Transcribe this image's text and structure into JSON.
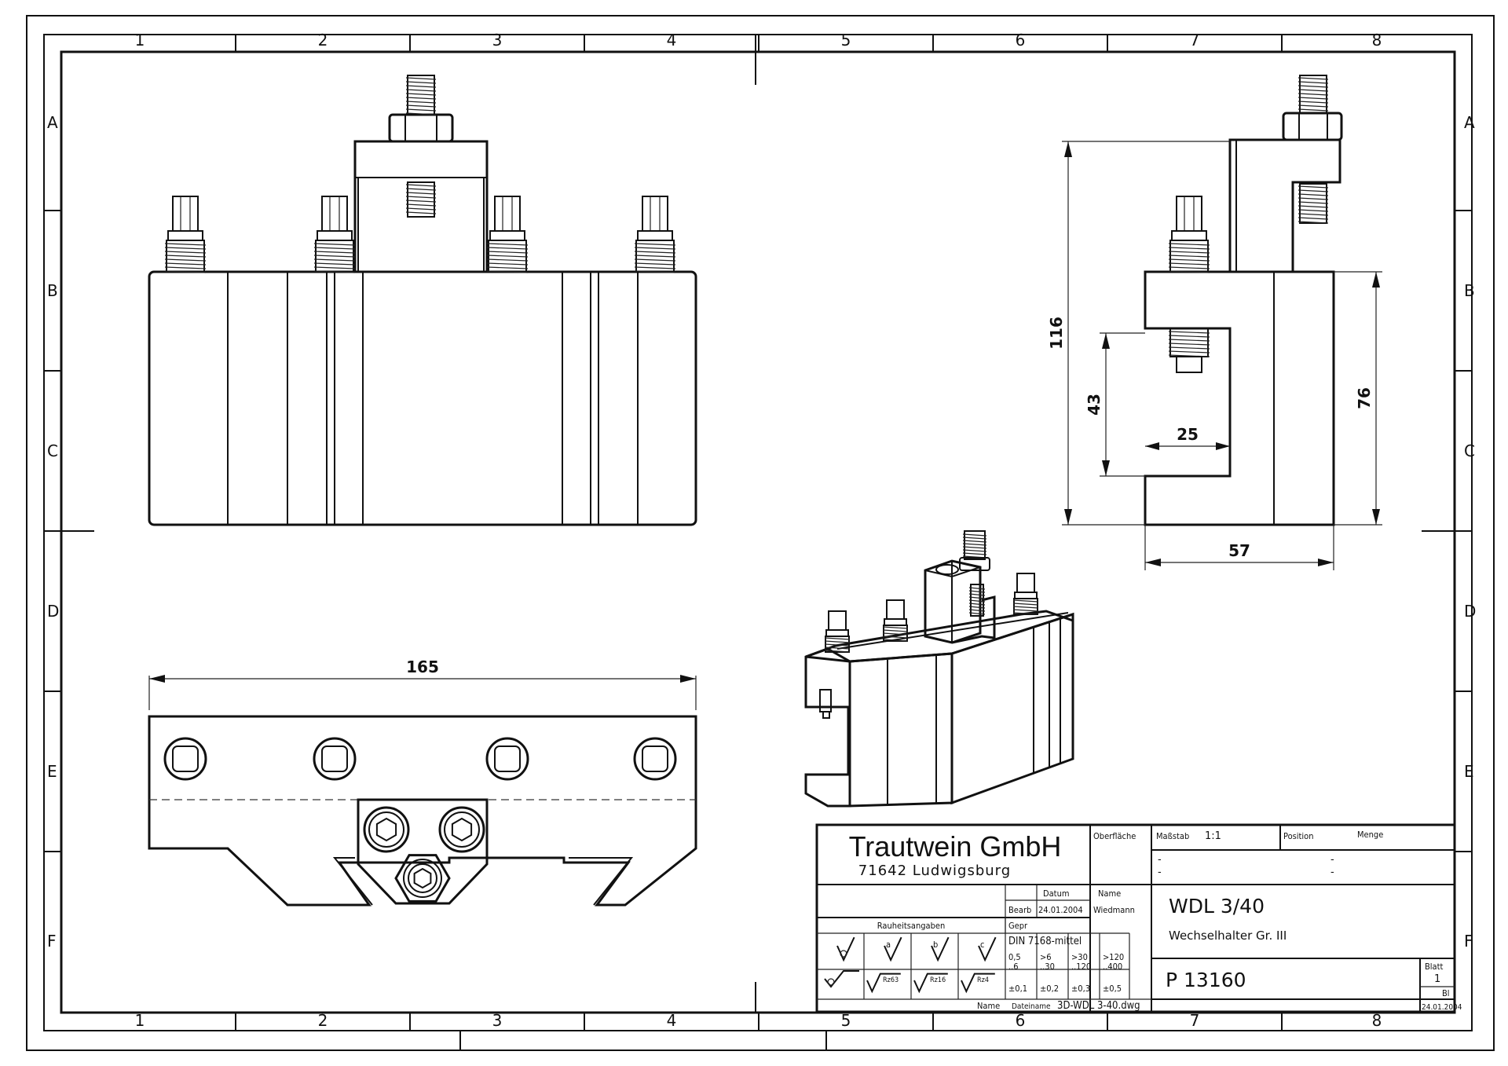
{
  "frame": {
    "columns": [
      "1",
      "2",
      "3",
      "4",
      "5",
      "6",
      "7",
      "8"
    ],
    "rows": [
      "A",
      "B",
      "C",
      "D",
      "E",
      "F"
    ]
  },
  "dimensions": {
    "total_height": "116",
    "body_height": "76",
    "slot_height": "43",
    "slot_depth": "25",
    "body_width": "57",
    "length": "165"
  },
  "title_block": {
    "company": "Trautwein GmbH",
    "city": "71642 Ludwigsburg",
    "oberflaeche_label": "Oberfläche",
    "massstab_label": "Maßstab",
    "massstab_value": "1:1",
    "position_label": "Position",
    "menge_label": "Menge",
    "dash": "-",
    "datum_label": "Datum",
    "name_label": "Name",
    "bearb_label": "Bearb",
    "bearb_date": "24.01.2004",
    "bearb_name": "Wiedmann",
    "gepr_label": "Gepr",
    "rauheit_label": "Rauheitsangaben",
    "din_label": "DIN 7168-mittel",
    "ranges": [
      "0,5\n..6",
      ">6\n..30",
      ">30\n..120",
      ">120\n..400"
    ],
    "tolerances": [
      "±0,1",
      "±0,2",
      "±0,3",
      "±0,5"
    ],
    "roughness": [
      "Rz63",
      "Rz16",
      "Rz4"
    ],
    "roughness_letters": [
      "a",
      "b",
      "c"
    ],
    "name_footer": "Name",
    "dateiname_label": "Dateiname",
    "filename": "3D-WDL 3-40.dwg",
    "part_name": "WDL 3/40",
    "description": "Wechselhalter Gr. III",
    "part_number": "P 13160",
    "blatt_label": "Blatt",
    "blatt_value": "1",
    "bl_label": "Bl",
    "footer_date": "24.01.2004"
  }
}
